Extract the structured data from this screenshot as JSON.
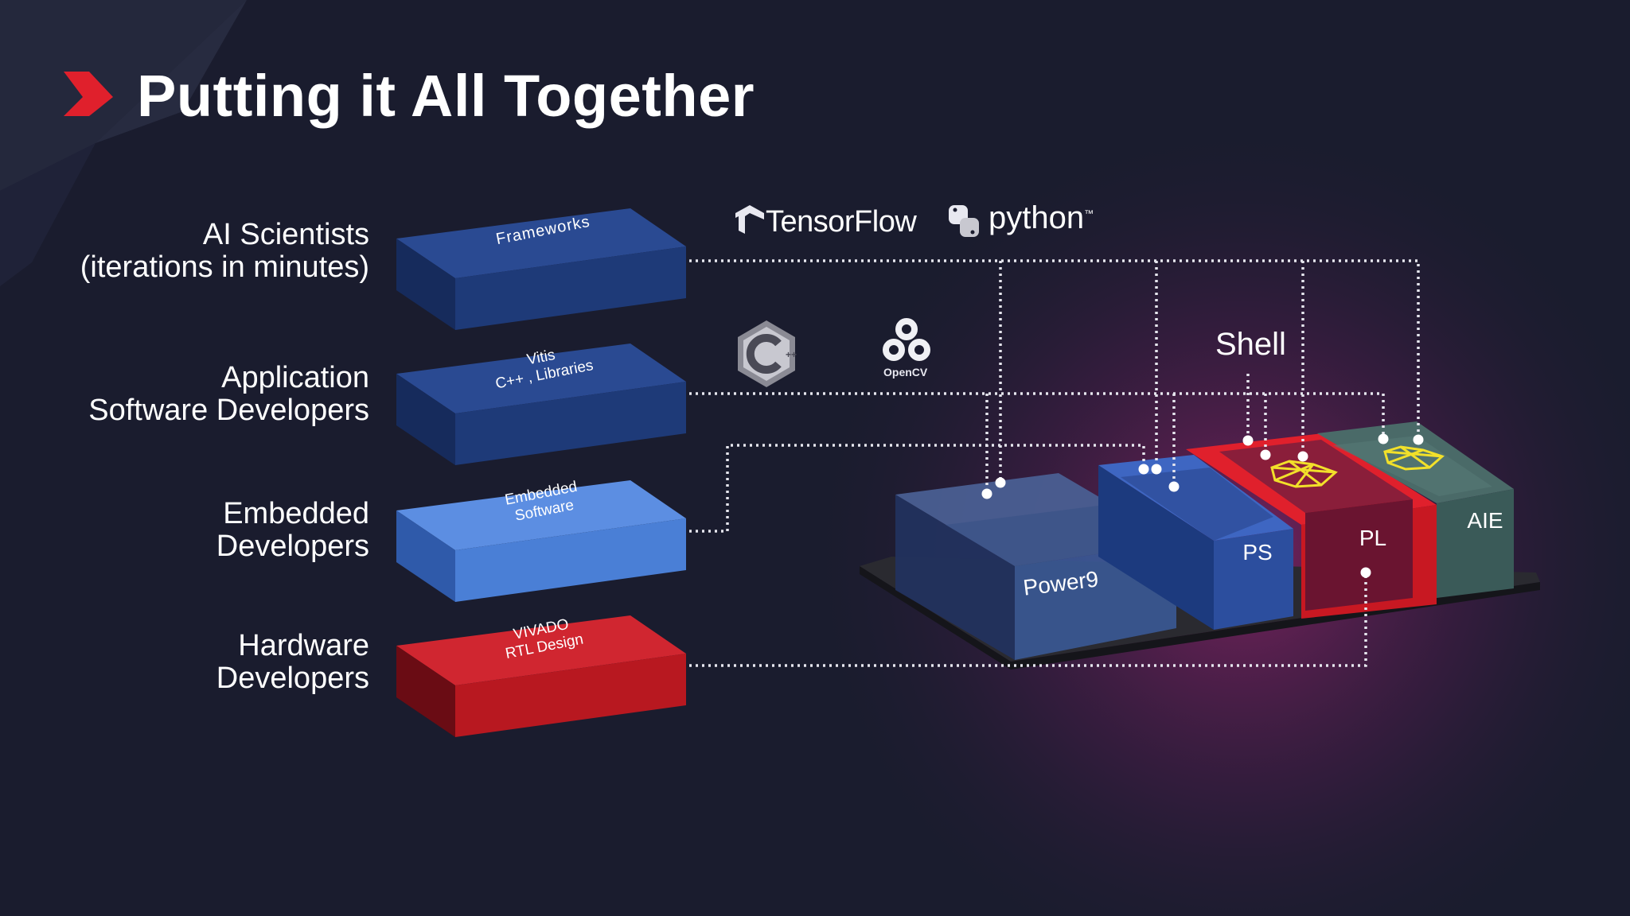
{
  "slide": {
    "title": "Putting it All Together",
    "colors": {
      "background": "#1a1c2e",
      "accent_red": "#e0202c",
      "dark_blue": "#1e3a78",
      "light_blue": "#4a7fd6",
      "red_block": "#b81820",
      "aie_green": "#3a5a58"
    }
  },
  "personas": [
    {
      "line1": "AI Scientists",
      "line2": "(iterations in minutes)"
    },
    {
      "line1": "Application",
      "line2": "Software Developers"
    },
    {
      "line1": "Embedded",
      "line2": "Developers"
    },
    {
      "line1": "Hardware",
      "line2": "Developers"
    }
  ],
  "layers": [
    {
      "line1": "Frameworks",
      "line2": ""
    },
    {
      "line1": "Vitis",
      "line2": "C++ , Libraries"
    },
    {
      "line1": "Embedded",
      "line2": "Software"
    },
    {
      "line1": "VIVADO",
      "line2": "RTL Design"
    }
  ],
  "logos": {
    "tensorflow": "TensorFlow",
    "python": "python",
    "python_tm": "™",
    "opencv": "OpenCV",
    "cpp_icon": "cpp-logo-icon"
  },
  "platform": {
    "power9": "Power9",
    "ps": "PS",
    "pl": "PL",
    "aie": "AIE",
    "shell": "Shell"
  }
}
